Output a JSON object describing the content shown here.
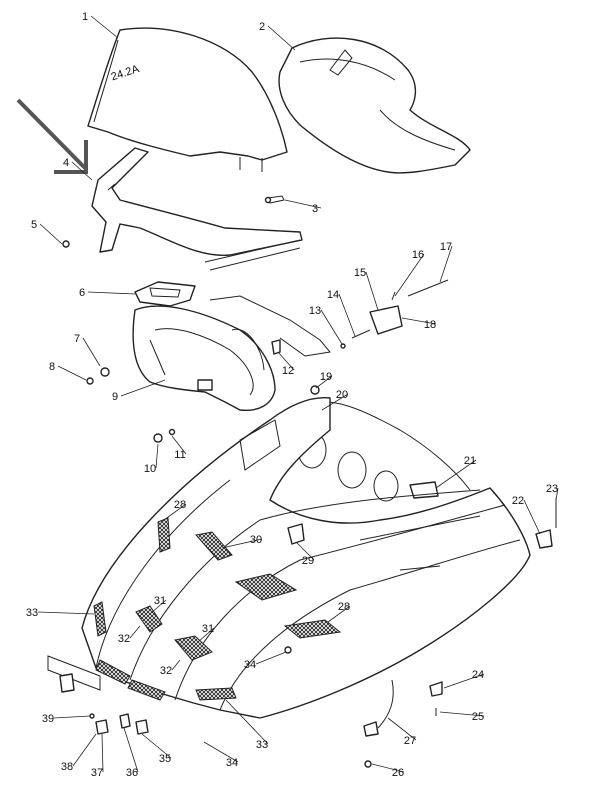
{
  "diagram": {
    "callouts": [
      {
        "id": "c1",
        "label": "1"
      },
      {
        "id": "c2",
        "label": "2"
      },
      {
        "id": "c3",
        "label": "3"
      },
      {
        "id": "c4",
        "label": "4"
      },
      {
        "id": "c5",
        "label": "5"
      },
      {
        "id": "c6",
        "label": "6"
      },
      {
        "id": "c7",
        "label": "7"
      },
      {
        "id": "c8",
        "label": "8"
      },
      {
        "id": "c9",
        "label": "9"
      },
      {
        "id": "c10",
        "label": "10"
      },
      {
        "id": "c11",
        "label": "11"
      },
      {
        "id": "c12",
        "label": "12"
      },
      {
        "id": "c13",
        "label": "13"
      },
      {
        "id": "c14",
        "label": "14"
      },
      {
        "id": "c15",
        "label": "15"
      },
      {
        "id": "c16",
        "label": "16"
      },
      {
        "id": "c17",
        "label": "17"
      },
      {
        "id": "c18",
        "label": "18"
      },
      {
        "id": "c19",
        "label": "19"
      },
      {
        "id": "c20",
        "label": "20"
      },
      {
        "id": "c21",
        "label": "21"
      },
      {
        "id": "c22",
        "label": "22"
      },
      {
        "id": "c23",
        "label": "23"
      },
      {
        "id": "c24",
        "label": "24"
      },
      {
        "id": "c25",
        "label": "25"
      },
      {
        "id": "c26",
        "label": "26"
      },
      {
        "id": "c27",
        "label": "27"
      },
      {
        "id": "c28a",
        "label": "28"
      },
      {
        "id": "c28b",
        "label": "28"
      },
      {
        "id": "c29",
        "label": "29"
      },
      {
        "id": "c30",
        "label": "30"
      },
      {
        "id": "c31a",
        "label": "31"
      },
      {
        "id": "c31b",
        "label": "31"
      },
      {
        "id": "c32a",
        "label": "32"
      },
      {
        "id": "c32b",
        "label": "32"
      },
      {
        "id": "c33a",
        "label": "33"
      },
      {
        "id": "c33b",
        "label": "33"
      },
      {
        "id": "c34a",
        "label": "34"
      },
      {
        "id": "c34b",
        "label": "34"
      },
      {
        "id": "c35",
        "label": "35"
      },
      {
        "id": "c36",
        "label": "36"
      },
      {
        "id": "c37",
        "label": "37"
      },
      {
        "id": "c38",
        "label": "38"
      },
      {
        "id": "c39",
        "label": "39"
      }
    ],
    "windshield_marking": "24.2A",
    "pointer_arrow_color": "#555555"
  }
}
